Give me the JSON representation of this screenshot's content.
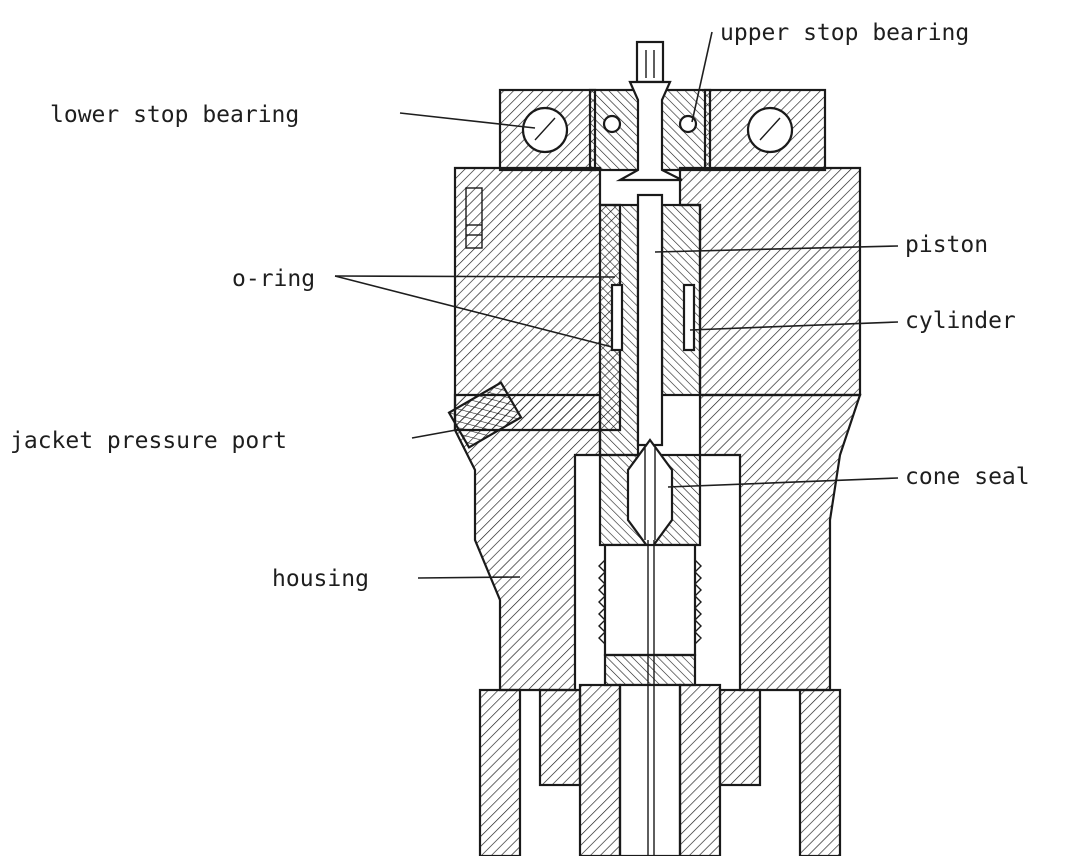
{
  "labels": {
    "upper_stop_bearing": "upper stop bearing",
    "lower_stop_bearing": "lower stop bearing",
    "piston": "piston",
    "o_ring": "o-ring",
    "cylinder": "cylinder",
    "jacket_pressure_port": "jacket pressure port",
    "cone_seal": "cone seal",
    "housing": "housing"
  },
  "colors": {
    "ink": "#1e1e1e",
    "paper": "#ffffff"
  }
}
